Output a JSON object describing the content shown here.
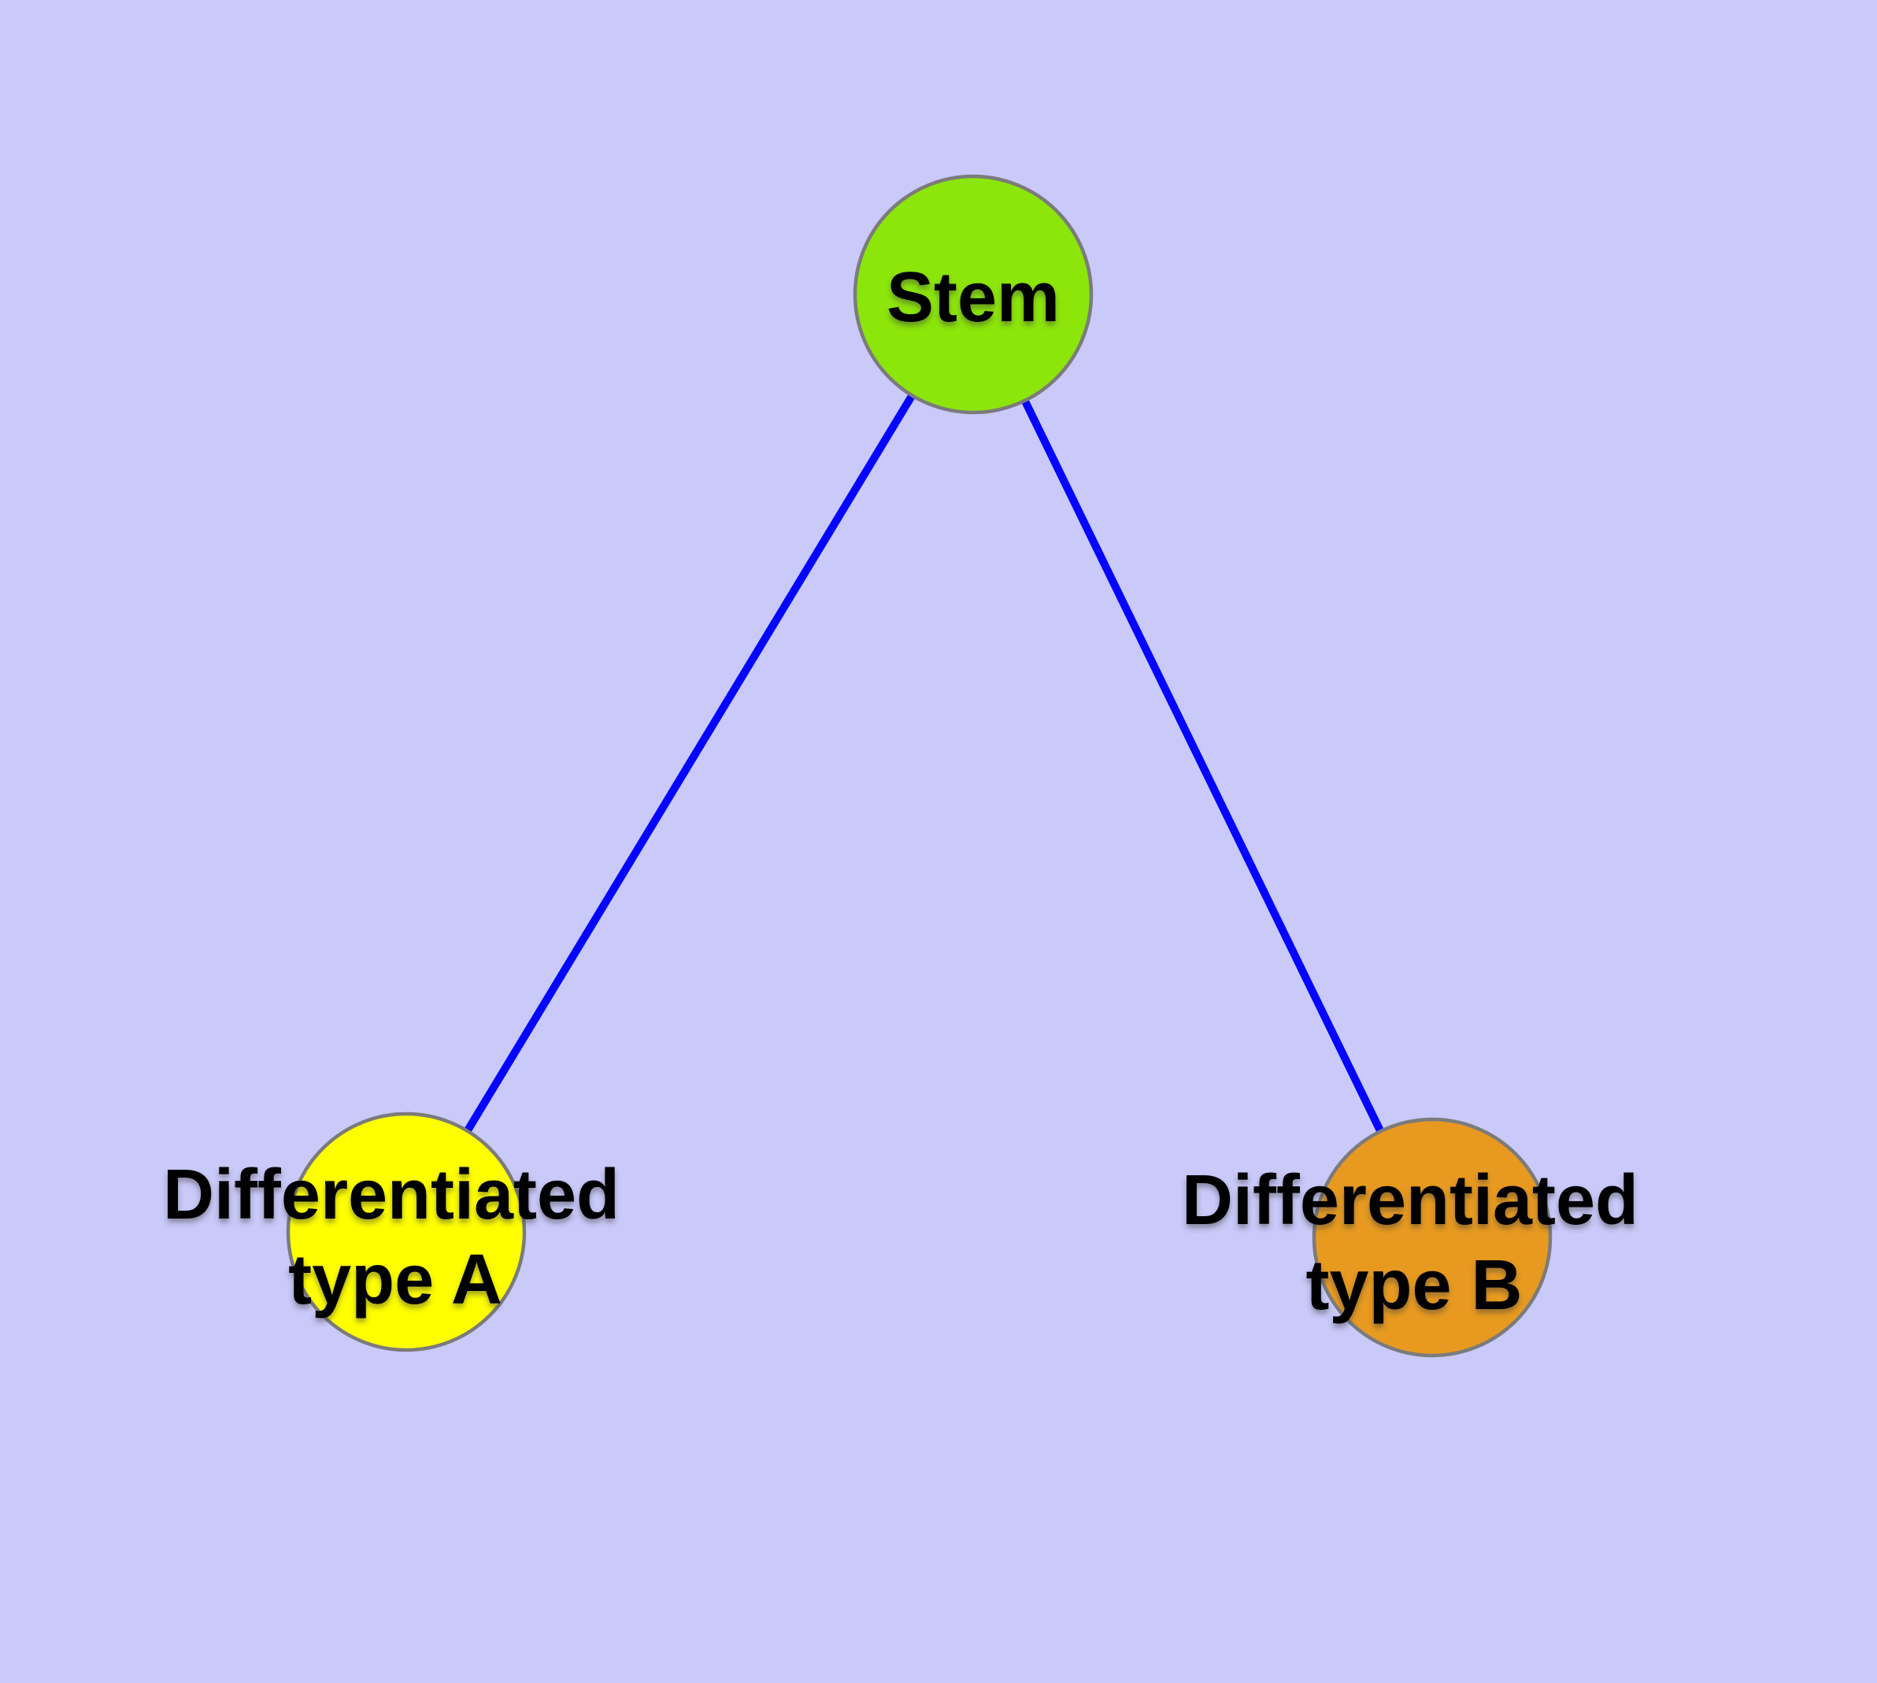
{
  "figure": {
    "background_color": "#C9C9FA",
    "edge_color": "#0404FF",
    "node_border_color": "#7B7B7B",
    "label_color": "#000000",
    "nodes": [
      {
        "id": "stem",
        "label": "Stem",
        "fill_color": "#8CE60A"
      },
      {
        "id": "differentiated-type-a",
        "label": "Differentiated type A",
        "label_line1": "Differentiated",
        "label_line2": "type A",
        "fill_color": "#FFFF00"
      },
      {
        "id": "differentiated-type-b",
        "label": "Differentiated type B",
        "label_line1": "Differentiated",
        "label_line2": "type B",
        "fill_color": "#E89A20"
      }
    ],
    "edges": [
      {
        "from": "Stem",
        "to": "Differentiated type A"
      },
      {
        "from": "Stem",
        "to": "Differentiated type B"
      }
    ]
  }
}
